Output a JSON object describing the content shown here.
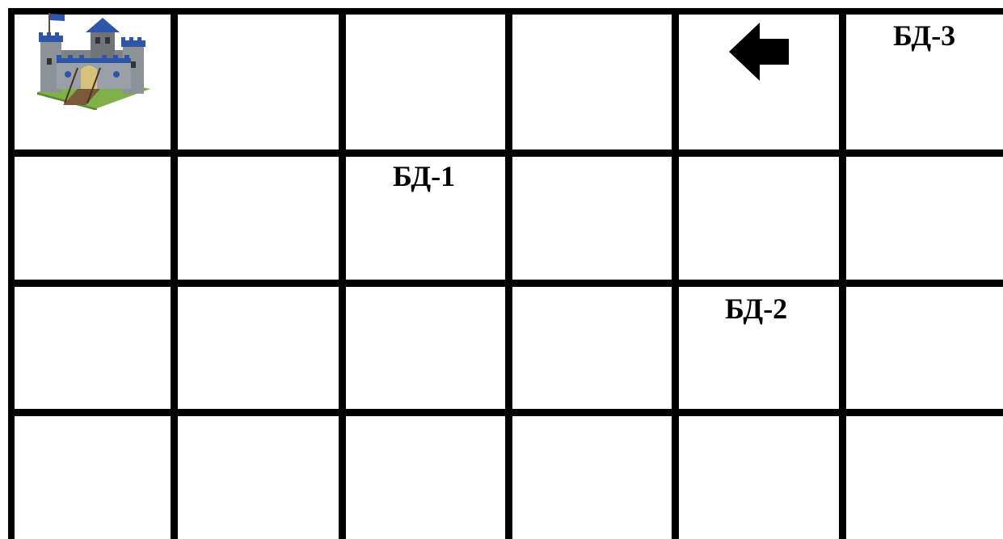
{
  "board": {
    "rows": 4,
    "cols": 6,
    "line_color": "#000000",
    "background_color": "#ffffff"
  },
  "markers": {
    "bd1": "БД-1",
    "bd2": "БД-2",
    "bd3": "БД-3"
  },
  "icons": {
    "castle": "castle-icon",
    "arrow": "arrow-left-icon"
  },
  "colors": {
    "castle_roof": "#2f55a8",
    "castle_wall": "#8a8f96",
    "castle_base": "#7fb04a"
  }
}
